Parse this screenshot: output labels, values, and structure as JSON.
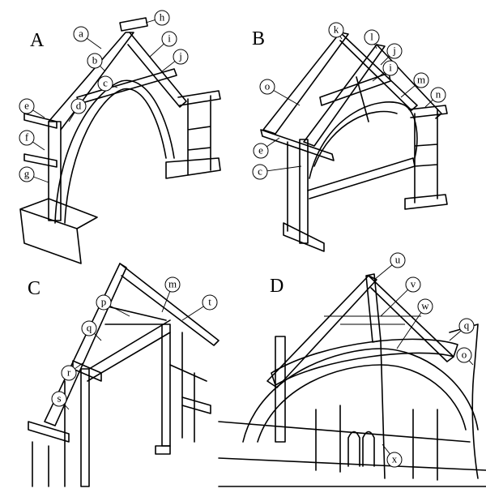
{
  "panels": [
    {
      "letter": "A",
      "labels": [
        "a",
        "b",
        "c",
        "d",
        "e",
        "f",
        "g",
        "h",
        "i",
        "j"
      ]
    },
    {
      "letter": "B",
      "labels": [
        "k",
        "l",
        "j",
        "i",
        "o",
        "m",
        "n",
        "e",
        "c"
      ]
    },
    {
      "letter": "C",
      "labels": [
        "p",
        "m",
        "t",
        "q",
        "r",
        "s"
      ]
    },
    {
      "letter": "D",
      "labels": [
        "u",
        "v",
        "w",
        "q",
        "o",
        "x"
      ]
    }
  ]
}
